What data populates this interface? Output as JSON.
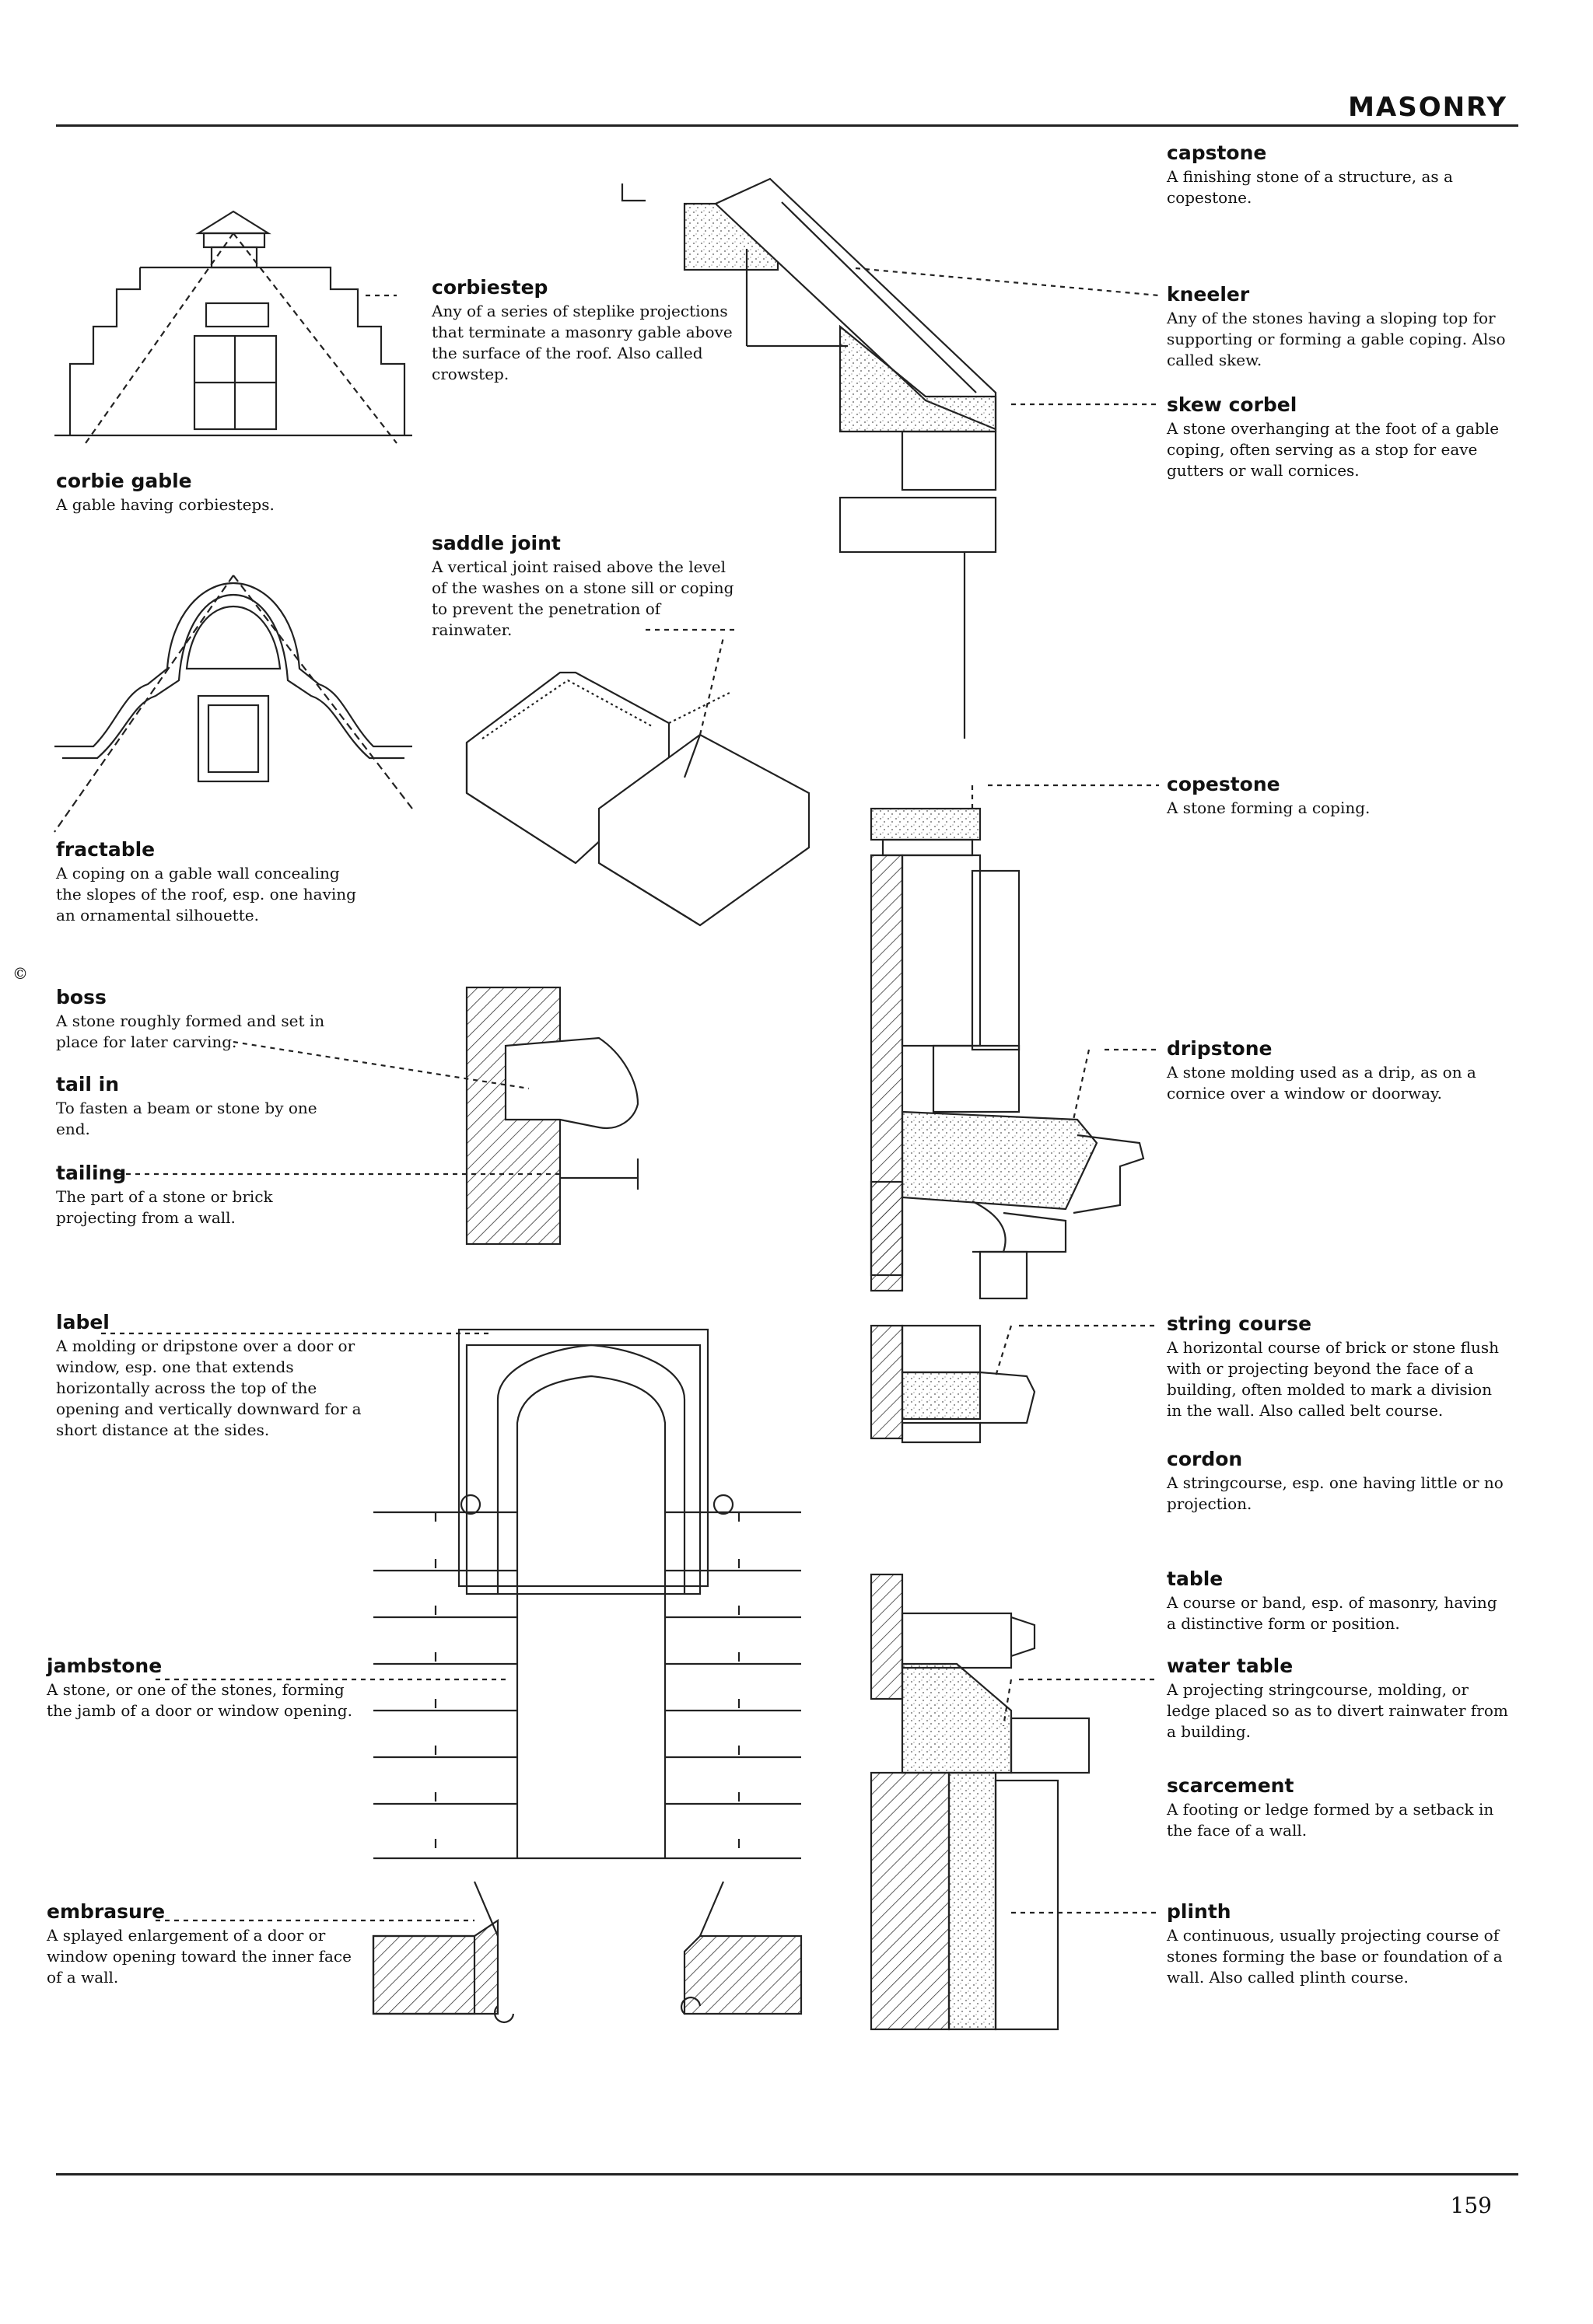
{
  "page": {
    "section": "MASONRY",
    "page_number": "159",
    "copyright": "©"
  },
  "entries": {
    "capstone": {
      "term": "capstone",
      "definition": "A finishing stone of a structure, as a copestone."
    },
    "corbiestep": {
      "term": "corbiestep",
      "definition": "Any of a series of steplike projections that terminate a masonry gable above the surface of the roof. Also called crowstep."
    },
    "kneeler": {
      "term": "kneeler",
      "definition": "Any of the stones having a sloping top for supporting or forming a gable coping. Also called skew."
    },
    "skew_corbel": {
      "term": "skew corbel",
      "definition": "A stone overhanging at the foot of a gable coping, often serving as a stop for eave gutters or wall cornices."
    },
    "corbie_gable": {
      "term": "corbie gable",
      "definition": "A gable having corbiesteps."
    },
    "saddle_joint": {
      "term": "saddle joint",
      "definition": "A vertical joint raised above the level of the washes on a stone sill or coping to prevent the penetration of rainwater."
    },
    "copestone": {
      "term": "copestone",
      "definition": "A stone forming a coping."
    },
    "fractable": {
      "term": "fractable",
      "definition": "A coping on a gable wall concealing the slopes of the roof, esp. one having an ornamental silhouette."
    },
    "boss": {
      "term": "boss",
      "definition": "A stone roughly formed and set in place for later carving."
    },
    "tail_in": {
      "term": "tail in",
      "definition": "To fasten a beam or stone by one end."
    },
    "tailing": {
      "term": "tailing",
      "definition": "The part of a stone or brick projecting from a wall."
    },
    "dripstone": {
      "term": "dripstone",
      "definition": "A stone molding used as a drip, as on a cornice over a window or doorway."
    },
    "label": {
      "term": "label",
      "definition": "A molding or dripstone over a door or window, esp. one that extends horizontally across the top of the opening and vertically downward for a short distance at the sides."
    },
    "string_course": {
      "term": "string course",
      "definition": "A horizontal course of brick or stone flush with or projecting beyond the face of a building, often molded to mark a division in the wall. Also called belt course."
    },
    "cordon": {
      "term": "cordon",
      "definition": "A stringcourse, esp. one having little or no projection."
    },
    "table": {
      "term": "table",
      "definition": "A course or band, esp. of masonry, having a distinctive form or position."
    },
    "jambstone": {
      "term": "jambstone",
      "definition": "A stone, or one of the stones, forming the jamb of a door or window opening."
    },
    "water_table": {
      "term": "water table",
      "definition": "A projecting stringcourse, molding, or ledge placed so as to divert rainwater from a building."
    },
    "scarcement": {
      "term": "scarcement",
      "definition": "A footing or ledge formed by a setback in the face of a wall."
    },
    "embrasure": {
      "term": "embrasure",
      "definition": "A splayed enlargement of a door or window opening toward the inner face of a wall."
    },
    "plinth": {
      "term": "plinth",
      "definition": "A continuous, usually projecting course of stones forming the base or foundation of a wall. Also called plinth course."
    }
  }
}
